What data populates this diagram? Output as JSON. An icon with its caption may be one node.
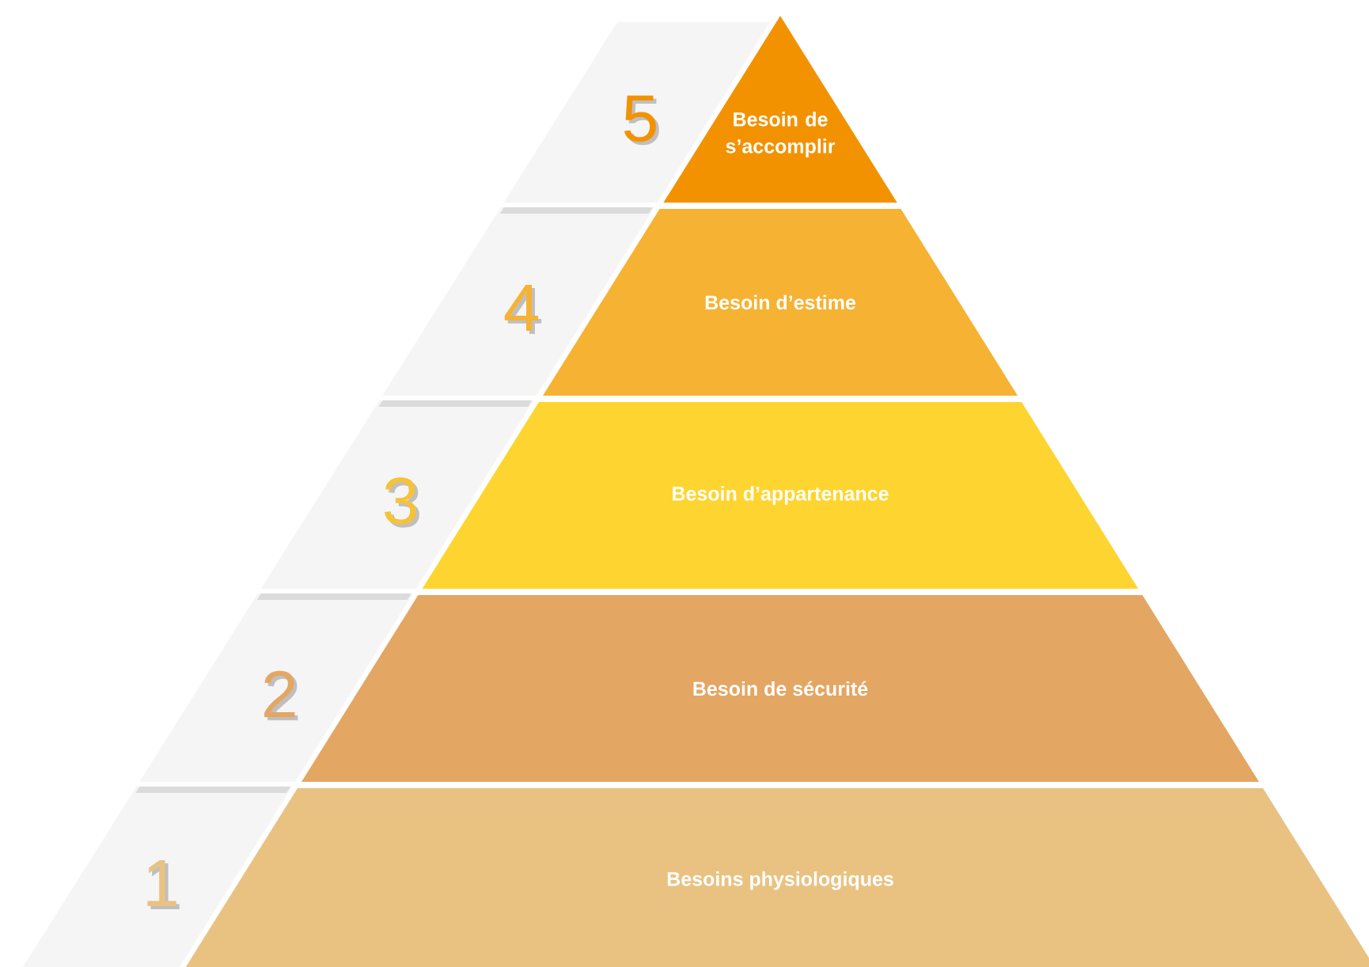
{
  "diagram": {
    "nodes": [
      {
        "text": [
          "5"
        ]
      },
      {
        "text": [
          "Besoin de s’accomplir"
        ]
      },
      {
        "text": [
          "4"
        ]
      },
      {
        "text": [
          "Besoin d’estime"
        ]
      },
      {
        "text": [
          "3"
        ]
      },
      {
        "text": [
          "Besoin d’appartenance"
        ]
      },
      {
        "text": [
          "2"
        ]
      },
      {
        "text": [
          "Besoin de sécurité"
        ]
      },
      {
        "text": [
          "1"
        ]
      },
      {
        "text": [
          "Besoins physiologiques"
        ]
      }
    ]
  }
}
